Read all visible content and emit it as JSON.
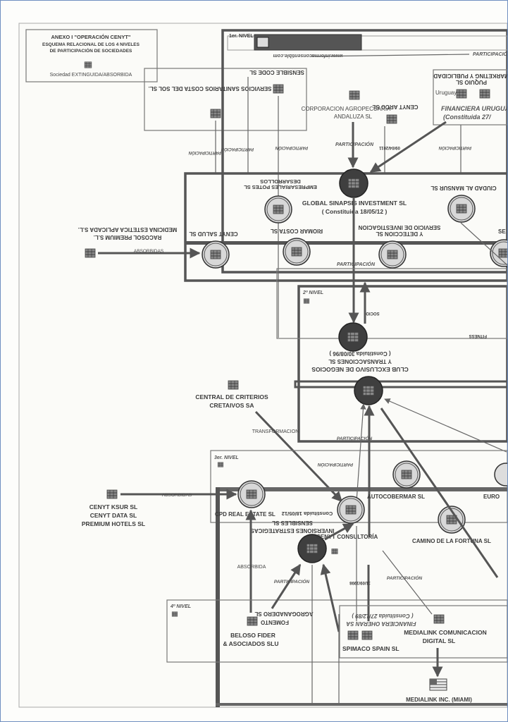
{
  "legend": {
    "title": "ANEXO I \"OPERACIÓN CENYT\"",
    "subtitle_1": "ESQUEMA RELACIONAL DE LOS 4 NIVELES",
    "subtitle_2": "DE PARTICIPACIÓN DE SOCIEDADES",
    "item": "Sociedad EXTINGUIDA/ABSORBIDA"
  },
  "levels": {
    "level1": "1er. NIVEL",
    "level2": "2º NIVEL",
    "level3": "3er. NIVEL",
    "level4": "4º NIVEL"
  },
  "top": {
    "website": "www.informaconsentible.com",
    "sensible_code": "SENSIBLE CODE SL",
    "servicios": "SERVICIOS SANITARIOS COSTA DEL SOL SL.",
    "agropecuaria_1": "CORPORACION AGROPECUARIA",
    "agropecuaria_2": "ANDALUZA SL",
    "cenyt_arco": "CENYT ARCO SL",
    "marketing_1": "MARKETING Y PUBLICIDAD",
    "marketing_2": "PUQUIO SL",
    "uruguay": "Uruguay",
    "financiera_1": "FINANCIERA URUGUAY",
    "financiera_2": "(Constituida 27/",
    "participacion_top": "PARTICIPACIÓN"
  },
  "level1": {
    "desarrollos_1": "DESARROLLOS",
    "desarrollos_2": "EMPRESARIALES POTES SL",
    "global_1": "GLOBAL SINAPSIS INVESTMENT SL",
    "global_2": "( Constituida 18/05/12 )",
    "ciudad": "CIUDAD AL MANSUR SL",
    "cenyt_salud": "CENYT SALUD SL",
    "riomar": "RIOMAR COSTA SL",
    "servicio_inv_1": "SERVICIO DE INVESTIGACION",
    "servicio_inv_2": "Y DETECCION SL",
    "medicina_1": "MEDICINA ESTETICA APLICADA S.L.",
    "medicina_2": "RACOSOL PREMIUM S.L.",
    "absorbidas": "ABSORBIDAS",
    "date_note": "09/04/2011"
  },
  "level2": {
    "socio": "SOCIO",
    "club_1": "CLUB EXCLUSIVO DE NEGOCIOS",
    "club_2": "Y TRANSACCIONES SL",
    "club_3": "( Constituida 30/08/96 )",
    "fitness": "FITNESS"
  },
  "level3": {
    "central_1": "CENTRAL DE CRITERIOS",
    "central_2": "CRETAIVOS SA",
    "transformacion": "TRANSFORMACION",
    "cpd": "CPD REAL ESTATE SL",
    "cpd_const": "Constituida 18/05/12",
    "sensibles_1": "SENSIBLES SL",
    "sensibles_2": "INVERSIONES ESTRATEGICAS",
    "autocobermar": "AUTOCOBERMAR SL",
    "euro": "EURO",
    "camino": "CAMINO DE LA FORTUNA SL",
    "cenyt_consultoria": "CENYT CONSULTORÍA",
    "cenyt_ksur": "CENYT KSUR SL",
    "cenyt_data": "CENYT DATA SL",
    "premium": "PREMIUM HOTELS SL",
    "absorbidas": "ABSORBIDAS",
    "absorbida": "ABSORBIDA"
  },
  "level4": {
    "agroganadero": "AGROGANADERO SL",
    "fomento": "FOMENTO",
    "beloso_1": "BELOSO FIDER",
    "beloso_2": "& ASOCIADOS SLU",
    "financiera_oheran_1": "FINANCIERA OHERAN SA",
    "financiera_oheran_2": "( Constituida 27/12/89 )",
    "spimaco": "SPIMACO SPAIN SL",
    "medialink_1": "MEDIALINK COMUNICACION",
    "medialink_2": "DIGITAL SL",
    "medialink_inc": "MEDIALINK INC. (MIAMI)",
    "date_small": "11/09/1998"
  },
  "participacion": "PARTICIPACIÓN",
  "colors": {
    "border": "#6f8fc0",
    "ink": "#3a3a3a",
    "line": "#666666"
  }
}
